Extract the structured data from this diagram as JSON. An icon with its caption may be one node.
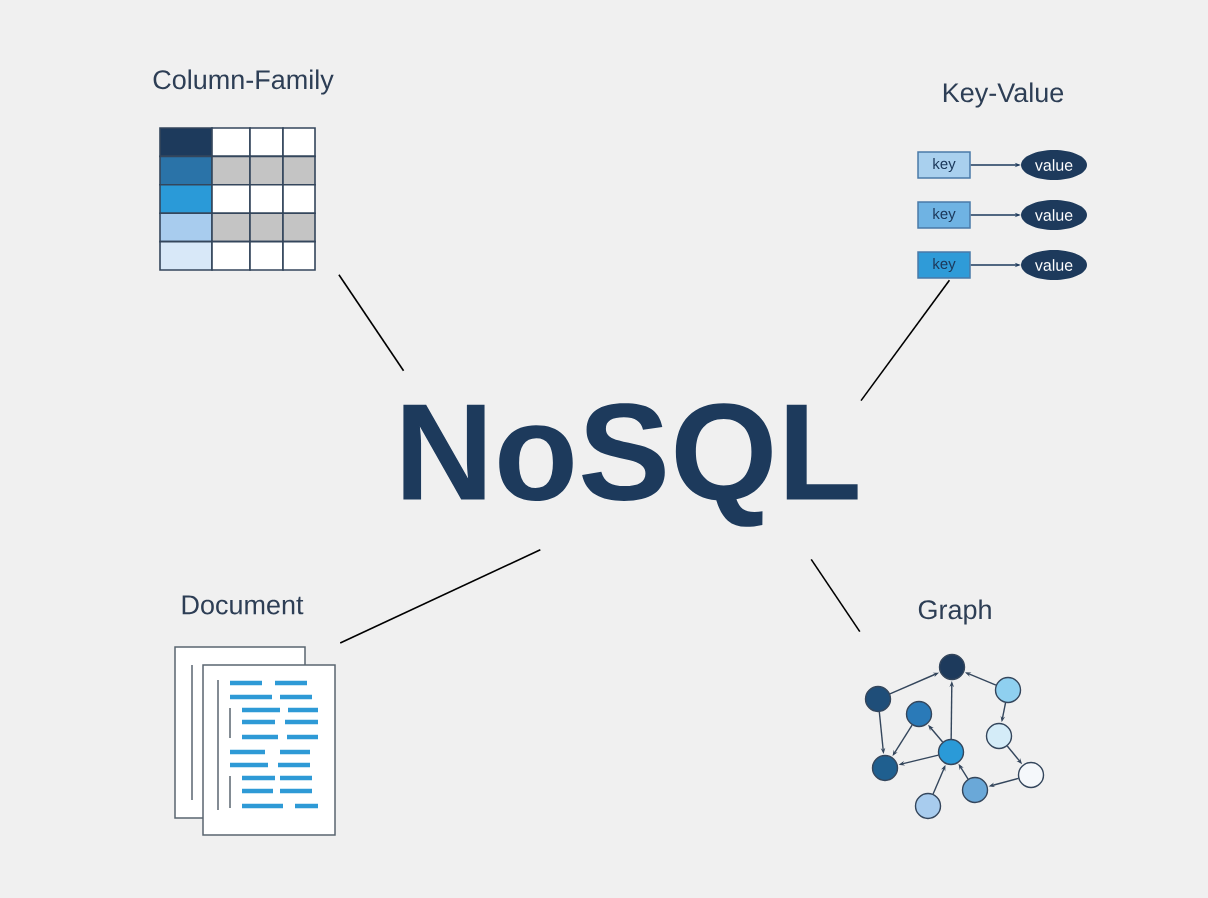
{
  "diagram": {
    "nodes": [
      {
        "text": [
          "Column-Family"
        ]
      },
      {
        "text": [
          "Key-Value"
        ]
      },
      {
        "text": [
          "key"
        ],
        "in": 1
      },
      {
        "text": [
          "value"
        ],
        "in": 1
      },
      {
        "text": [
          "key"
        ],
        "in": 1
      },
      {
        "text": [
          "value"
        ],
        "in": 1
      },
      {
        "text": [
          "key"
        ],
        "in": 1
      },
      {
        "text": [
          "value"
        ],
        "in": 1
      },
      {
        "text": [
          "NoSQL"
        ]
      },
      {
        "text": [
          "Document"
        ]
      },
      {
        "text": [
          "Graph"
        ]
      }
    ],
    "edges": [
      {
        "from": 8,
        "to": 0,
        "arrow": "none"
      },
      {
        "from": 8,
        "to": 1,
        "arrow": "none"
      },
      {
        "from": 2,
        "to": 3,
        "arrow": "to",
        "color": "#1d3a5c"
      },
      {
        "from": 4,
        "to": 5,
        "arrow": "to",
        "color": "#1d3a5c"
      },
      {
        "from": 6,
        "to": 7,
        "arrow": "to",
        "color": "#1d3a5c"
      },
      {
        "from": 8,
        "to": 9,
        "arrow": "none"
      },
      {
        "from": 8,
        "to": 10,
        "arrow": "none"
      }
    ]
  }
}
